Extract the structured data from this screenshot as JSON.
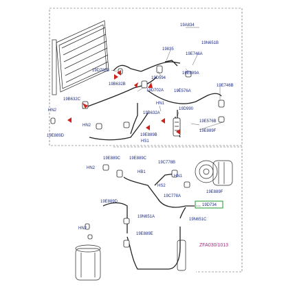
{
  "callouts": {
    "c19A834": "19A834",
    "c19835": "19835",
    "c19N651B": "19N651B",
    "c19E746A": "19E746A",
    "c19D702B": "19D702B",
    "c19E889A": "19E889A",
    "c19D594": "19D594",
    "c19B632B": "19B632B",
    "c19E576A": "19E576A",
    "c19E746B": "19E746B",
    "c19D702A": "19D702A",
    "c19B632C": "19B632C",
    "c19D990": "19D990",
    "cHN1": "HN1",
    "c19B632A": "19B632A",
    "c19E576B": "19E576B",
    "cHN2_left": "HN2",
    "cHN2_mid": "HN2",
    "c19E889F": "19E889F",
    "c19E889D": "19E889D",
    "cHS1": "HS1",
    "c19E889B": "19E889B",
    "c19E889C_a": "19E889C",
    "c19E889C_b": "19E889C",
    "c19C778B": "19C778B",
    "cHN2_low": "HN2",
    "cHB1": "HB1",
    "cHS2": "HS2",
    "cHN1_low": "HN1",
    "c19E889F_low": "19E889F",
    "c19C778A": "19C778A",
    "c19D734": "19D734",
    "c19E889D_low": "19E889D",
    "c19N651A": "19N651A",
    "c19N651C": "19N651C",
    "cHN2_bottom": "HN2",
    "c19E889E": "19E889E"
  },
  "reference_code": "ZFA030/1013",
  "colors": {
    "callout_text": "#1a2a8a",
    "arrow": "#d0201a",
    "highlight_box": "#1a9a2a",
    "reference": "#b0208a"
  }
}
